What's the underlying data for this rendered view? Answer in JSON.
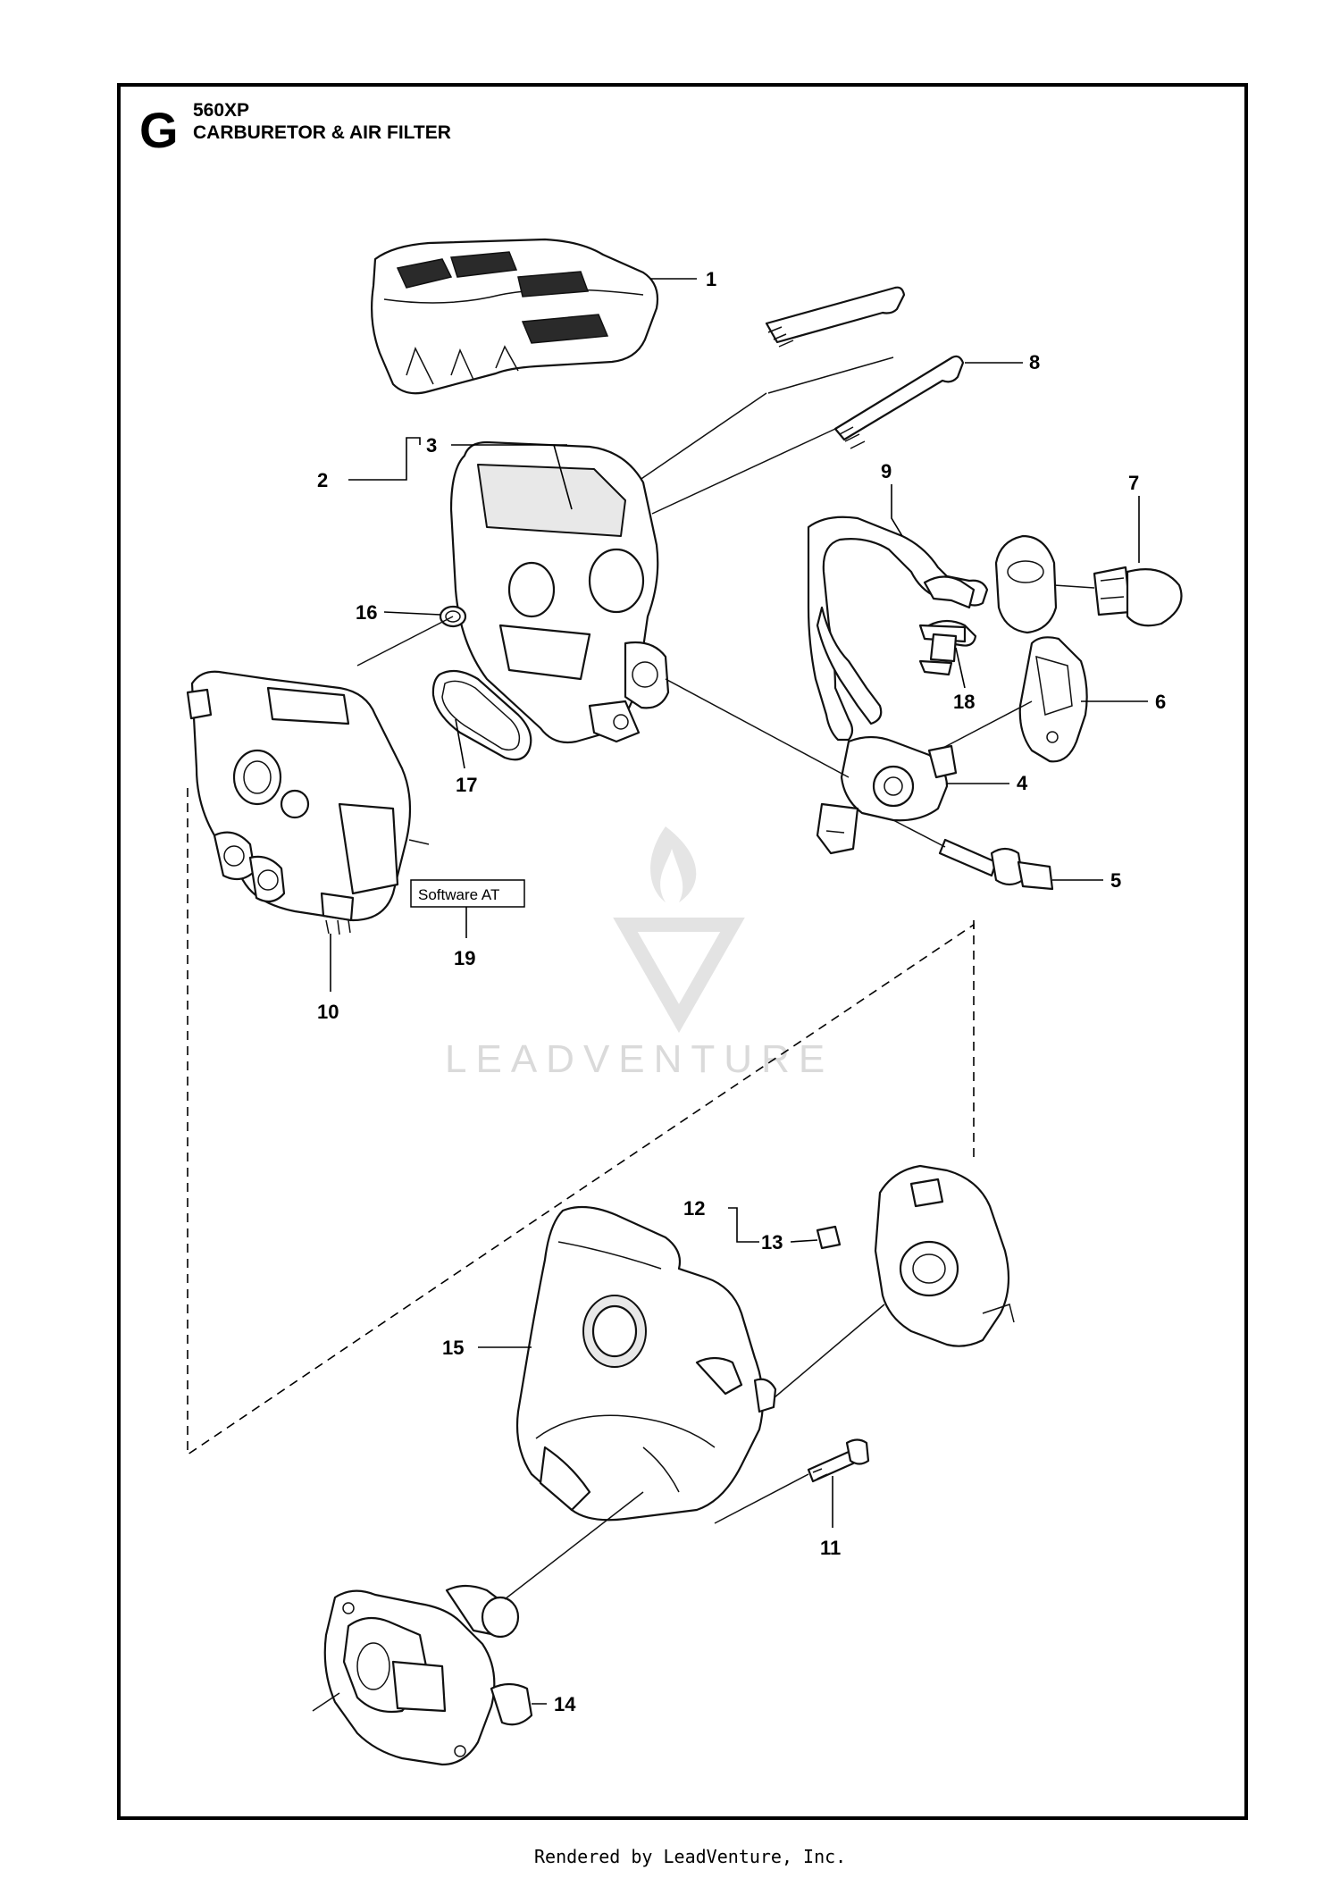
{
  "header": {
    "section_letter": "G",
    "model": "560XP",
    "title": "CARBURETOR & AIR FILTER"
  },
  "software_label": "Software AT",
  "watermark": "LEADVENTURE",
  "footer": "Rendered by LeadVenture, Inc.",
  "callouts": [
    "1",
    "2",
    "3",
    "4",
    "5",
    "6",
    "7",
    "8",
    "9",
    "10",
    "11",
    "12",
    "13",
    "14",
    "15",
    "16",
    "17",
    "18",
    "19"
  ],
  "icons": {
    "watermark_logo": "flame-v-logo-icon"
  }
}
